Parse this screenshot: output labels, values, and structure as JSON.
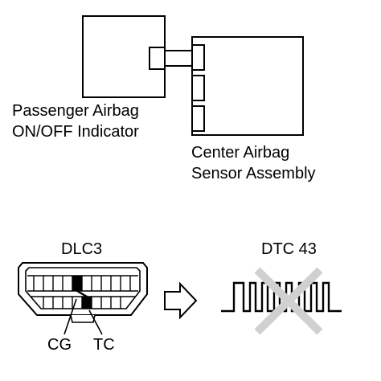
{
  "labels": {
    "passenger_indicator_line1": "Passenger Airbag",
    "passenger_indicator_line2": "ON/OFF Indicator",
    "center_sensor_line1": "Center Airbag",
    "center_sensor_line2": "Sensor Assembly",
    "dlc3": "DLC3",
    "dtc": "DTC 43",
    "cg": "CG",
    "tc": "TC"
  },
  "colors": {
    "line": "#000000",
    "cross": "#d0d0d0"
  },
  "icons": {
    "arrow": "hollow-right-arrow-icon",
    "cross": "x-mark-icon"
  }
}
